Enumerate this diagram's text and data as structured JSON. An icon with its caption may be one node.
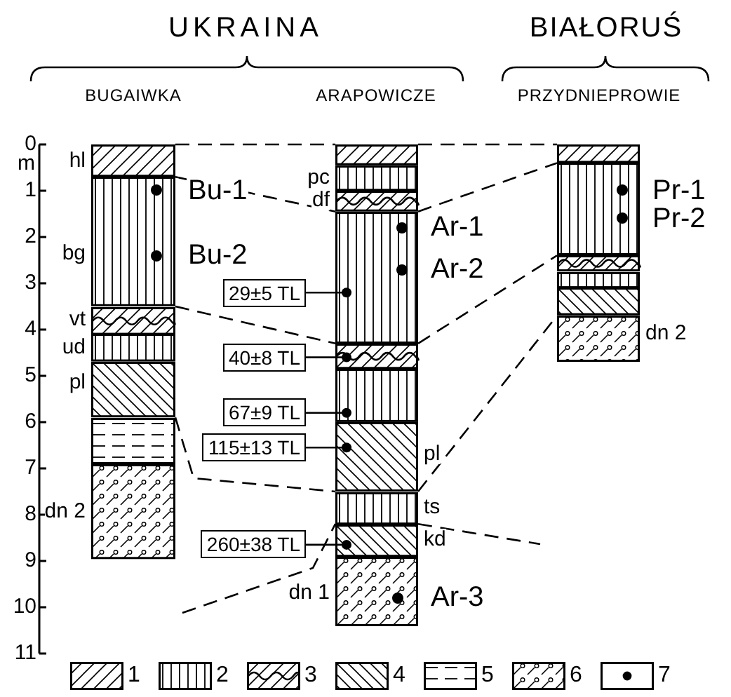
{
  "diagram": {
    "nodes": [
      {
        "text": [
          "BUGAIWKA"
        ]
      },
      {
        "text": [
          "hl"
        ],
        "in": 0
      },
      {
        "text": [
          "bg"
        ],
        "in": 0,
        "beside": [
          "Bu-1",
          "Bu-2"
        ]
      },
      {
        "text": [
          "vt"
        ],
        "in": 0
      },
      {
        "text": [
          "ud"
        ],
        "in": 0
      },
      {
        "text": [
          "pl"
        ],
        "in": 0
      },
      {
        "text": [],
        "shape": "box",
        "in": 0
      },
      {
        "text": [
          "dn 2"
        ],
        "in": 0
      },
      {
        "text": [
          "ARAPOWICZE"
        ]
      },
      {
        "text": [],
        "shape": "box",
        "in": 8
      },
      {
        "text": [
          "pc"
        ],
        "in": 8
      },
      {
        "text": [
          "df"
        ],
        "in": 8
      },
      {
        "text": [],
        "shape": "box",
        "in": 8,
        "beside": [
          "Ar-1",
          "Ar-2"
        ]
      },
      {
        "text": [],
        "shape": "box",
        "in": 8
      },
      {
        "text": [],
        "shape": "box",
        "in": 8
      },
      {
        "text": [
          "pl"
        ],
        "in": 8
      },
      {
        "text": [
          "ts"
        ],
        "in": 8
      },
      {
        "text": [
          "kd"
        ],
        "in": 8
      },
      {
        "text": [
          "dn 1"
        ],
        "in": 8,
        "beside": [
          "Ar-3"
        ]
      },
      {
        "text": [
          "PRZYDNIEPROWIE"
        ]
      },
      {
        "text": [],
        "shape": "box",
        "in": 19
      },
      {
        "text": [],
        "shape": "box",
        "in": 19,
        "beside": [
          "Pr-1",
          "Pr-2"
        ]
      },
      {
        "text": [],
        "shape": "box",
        "in": 19
      },
      {
        "text": [],
        "shape": "box",
        "in": 19
      },
      {
        "text": [],
        "shape": "box",
        "in": 19
      },
      {
        "text": [
          "dn 2"
        ],
        "in": 19
      },
      {
        "text": [
          "29±5 TL"
        ]
      },
      {
        "text": [
          "40±8 TL"
        ]
      },
      {
        "text": [
          "67±9 TL"
        ]
      },
      {
        "text": [
          "115±13 TL"
        ]
      },
      {
        "text": [
          "260±38 TL"
        ]
      }
    ],
    "edges": [
      {
        "from": 26,
        "to": 12,
        "arrow": "other"
      },
      {
        "from": 27,
        "to": 13,
        "arrow": "other"
      },
      {
        "from": 28,
        "to": 14,
        "arrow": "other"
      },
      {
        "from": 29,
        "to": 15,
        "arrow": "other"
      },
      {
        "from": 30,
        "to": 17,
        "arrow": "other"
      },
      {
        "from": 1,
        "to": 9,
        "arrow": "none",
        "style": "dashed"
      },
      {
        "from": 9,
        "to": 20,
        "arrow": "none",
        "style": "dashed"
      },
      {
        "from": 2,
        "to": 12,
        "arrow": "none",
        "style": "dashed"
      },
      {
        "from": 12,
        "to": 21,
        "arrow": "none",
        "style": "dashed"
      },
      {
        "from": 3,
        "to": 13,
        "arrow": "none",
        "style": "dashed"
      },
      {
        "from": 13,
        "to": 22,
        "arrow": "none",
        "style": "dashed"
      },
      {
        "from": 6,
        "to": 16,
        "arrow": "none",
        "style": "dashed"
      },
      {
        "from": 16,
        "to": 25,
        "arrow": "none",
        "style": "dashed"
      },
      {
        "from": 17,
        "to": null,
        "arrow": "none",
        "style": "dashed"
      },
      {
        "from": null,
        "to": 17,
        "arrow": "none",
        "style": "dashed"
      }
    ],
    "labels": [
      "UKRAINA",
      "BIAŁORUŚ",
      "0",
      "m",
      "1",
      "2",
      "3",
      "4",
      "5",
      "6",
      "7",
      "8",
      "9",
      "10",
      "11"
    ],
    "legend": [
      {
        "text": "1"
      },
      {
        "text": "2"
      },
      {
        "text": "3"
      },
      {
        "text": "4"
      },
      {
        "text": "5"
      },
      {
        "text": "6"
      },
      {
        "text": "7"
      }
    ]
  }
}
